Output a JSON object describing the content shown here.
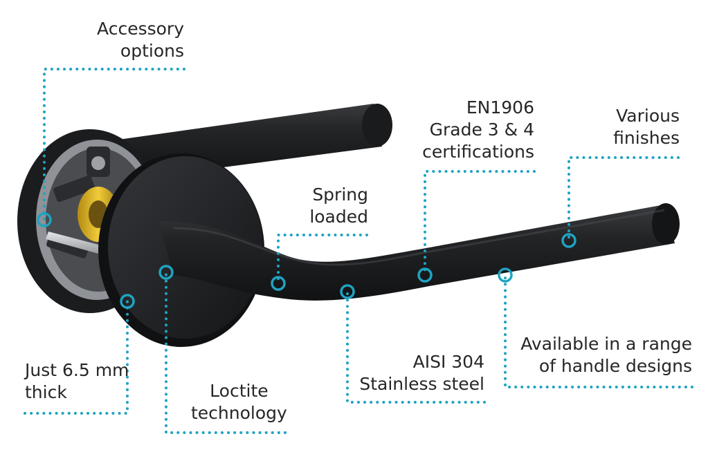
{
  "colors": {
    "accent": "#1fa3c2",
    "handle": "#1e1f21",
    "brass": "#d8b026"
  },
  "callouts": {
    "accessory": [
      "Accessory",
      "options"
    ],
    "en1906": [
      "EN1906",
      "Grade 3 & 4",
      "certifications"
    ],
    "finishes": [
      "Various",
      "finishes"
    ],
    "spring": [
      "Spring",
      "loaded"
    ],
    "range": [
      "Available in a range",
      "of handle designs"
    ],
    "aisi": [
      "AISI 304",
      "Stainless steel"
    ],
    "thick": [
      "Just 6.5 mm",
      "thick"
    ],
    "loctite": [
      "Loctite",
      "technology"
    ]
  }
}
